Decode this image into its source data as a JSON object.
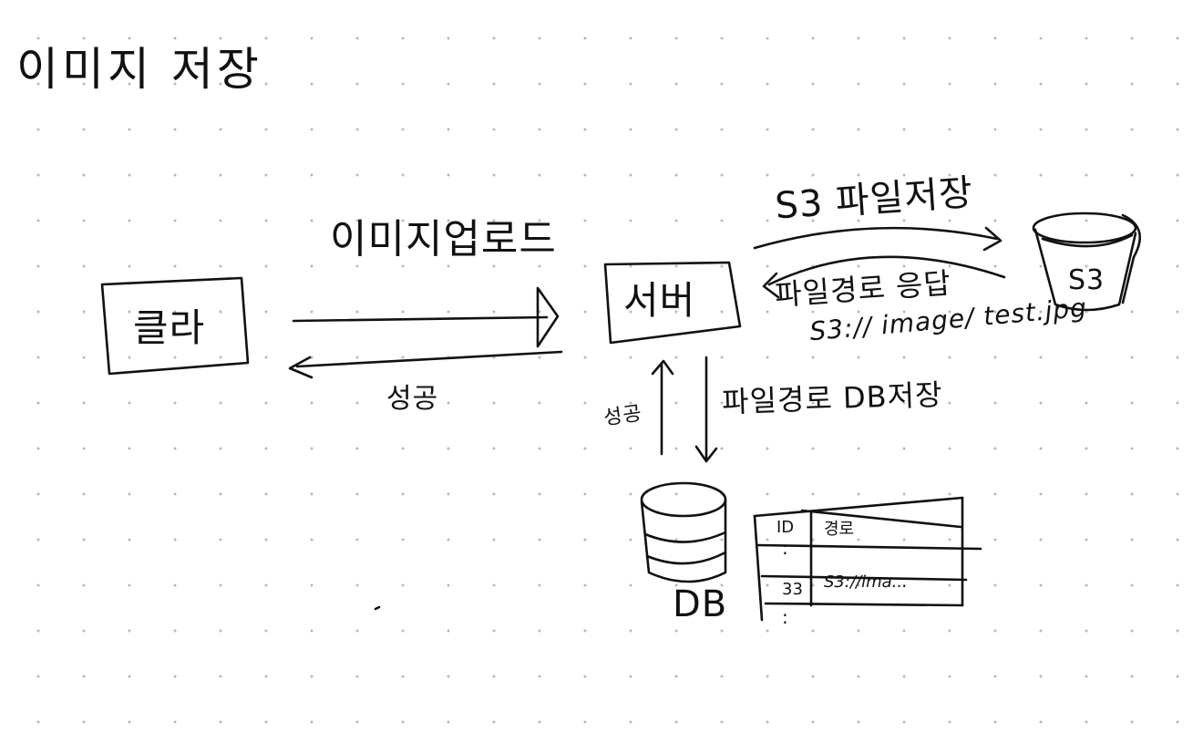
{
  "diagram": {
    "title": "이미지 저장",
    "nodes": {
      "client": "클라",
      "server": "서버",
      "s3": "S3",
      "db": "DB"
    },
    "edges": {
      "upload": "이미지업로드",
      "success_client": "성공",
      "s3_save": "S3 파일저장",
      "path_response": "파일경로 응답",
      "s3_url": "S3:// image/ test.jpg",
      "db_save": "파일경로 DB저장",
      "success_db": "성공"
    },
    "table": {
      "header_id": "ID",
      "header_path": "경로",
      "row_dots": ":",
      "row_id": "33",
      "row_path": "S3://ima...",
      "tail_dots": ":"
    }
  }
}
